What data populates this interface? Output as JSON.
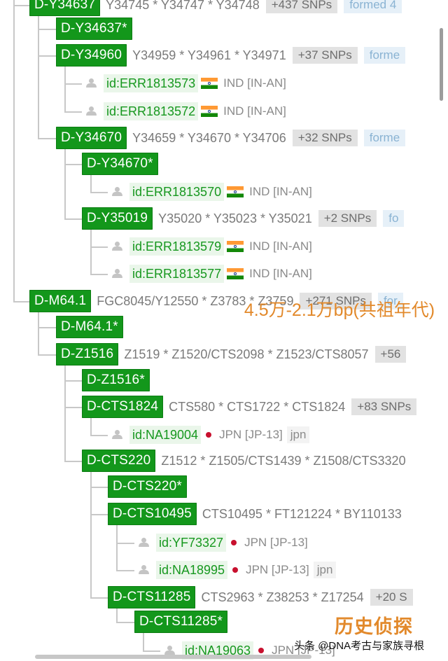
{
  "tree": {
    "rows": [
      {
        "kind": "node",
        "indent": 1,
        "label": "D-Y34637",
        "snps": "Y34745 * Y34747 * Y34748",
        "count": "+437 SNPs",
        "formed": "formed 4"
      },
      {
        "kind": "node",
        "indent": 2,
        "label": "D-Y34637*",
        "snps": "",
        "count": "",
        "formed": ""
      },
      {
        "kind": "node",
        "indent": 2,
        "label": "D-Y34960",
        "snps": "Y34959 * Y34961 * Y34971",
        "count": "+37 SNPs",
        "formed": "forme"
      },
      {
        "kind": "sample",
        "indent": 3,
        "id": "id:ERR1813573",
        "flag": "in",
        "country": "IND [IN-AN]",
        "lang": ""
      },
      {
        "kind": "sample",
        "indent": 3,
        "id": "id:ERR1813572",
        "flag": "in",
        "country": "IND [IN-AN]",
        "lang": ""
      },
      {
        "kind": "node",
        "indent": 2,
        "label": "D-Y34670",
        "snps": "Y34659 * Y34670 * Y34706",
        "count": "+32 SNPs",
        "formed": "forme"
      },
      {
        "kind": "node",
        "indent": 3,
        "label": "D-Y34670*",
        "snps": "",
        "count": "",
        "formed": ""
      },
      {
        "kind": "sample",
        "indent": 4,
        "id": "id:ERR1813570",
        "flag": "in",
        "country": "IND [IN-AN]",
        "lang": ""
      },
      {
        "kind": "node",
        "indent": 3,
        "label": "D-Y35019",
        "snps": "Y35020 * Y35023 * Y35021",
        "count": "+2 SNPs",
        "formed": "fo"
      },
      {
        "kind": "sample",
        "indent": 4,
        "id": "id:ERR1813579",
        "flag": "in",
        "country": "IND [IN-AN]",
        "lang": ""
      },
      {
        "kind": "sample",
        "indent": 4,
        "id": "id:ERR1813577",
        "flag": "in",
        "country": "IND [IN-AN]",
        "lang": ""
      },
      {
        "kind": "node",
        "indent": 1,
        "label": "D-M64.1",
        "snps": "FGC8045/Y12550 * Z3783 * Z3759",
        "count": "+271 SNPs",
        "formed": "for"
      },
      {
        "kind": "node",
        "indent": 2,
        "label": "D-M64.1*",
        "snps": "",
        "count": "",
        "formed": ""
      },
      {
        "kind": "node",
        "indent": 2,
        "label": "D-Z1516",
        "snps": "Z1519 * Z1520/CTS2098 * Z1523/CTS8057",
        "count": "+56",
        "formed": ""
      },
      {
        "kind": "node",
        "indent": 3,
        "label": "D-Z1516*",
        "snps": "",
        "count": "",
        "formed": ""
      },
      {
        "kind": "node",
        "indent": 3,
        "label": "D-CTS1824",
        "snps": "CTS580 * CTS1722 * CTS1824",
        "count": "+83 SNPs",
        "formed": ""
      },
      {
        "kind": "sample",
        "indent": 4,
        "id": "id:NA19004",
        "flag": "jp",
        "country": "JPN [JP-13]",
        "lang": "jpn"
      },
      {
        "kind": "node",
        "indent": 3,
        "label": "D-CTS220",
        "snps": "Z1512 * Z1505/CTS1439 * Z1508/CTS3320",
        "count": "",
        "formed": ""
      },
      {
        "kind": "node",
        "indent": 4,
        "label": "D-CTS220*",
        "snps": "",
        "count": "",
        "formed": ""
      },
      {
        "kind": "node",
        "indent": 4,
        "label": "D-CTS10495",
        "snps": "CTS10495 * FT121224 * BY110133",
        "count": "",
        "formed": ""
      },
      {
        "kind": "sample",
        "indent": 5,
        "id": "id:YF73327",
        "flag": "jp",
        "country": "JPN [JP-13]",
        "lang": ""
      },
      {
        "kind": "sample",
        "indent": 5,
        "id": "id:NA18995",
        "flag": "jp",
        "country": "JPN [JP-13]",
        "lang": "jpn"
      },
      {
        "kind": "node",
        "indent": 4,
        "label": "D-CTS11285",
        "snps": "CTS2963 * Z38253 * Z17254",
        "count": "+20 S",
        "formed": ""
      },
      {
        "kind": "node",
        "indent": 5,
        "label": "D-CTS11285*",
        "snps": "",
        "count": "",
        "formed": ""
      },
      {
        "kind": "sample",
        "indent": 6,
        "id": "id:NA19063",
        "flag": "jp",
        "country": "JPN [JP-13]",
        "lang": ""
      }
    ]
  },
  "overlay": {
    "age_note": "4.5万-2.1万bp(共祖年代)",
    "brand": "历史侦探",
    "watermark": "头条 @DNA考古与家族寻根"
  },
  "icons": {
    "sample": "person-icon",
    "flag_in": "india-flag-icon",
    "flag_jp": "japan-flag-icon"
  },
  "colors": {
    "node_green": "#13971b",
    "sample_bg": "#eaf6ea",
    "sample_text": "#17981f",
    "snp_gray": "#7a7a7a",
    "count_bg": "#e2e2e2",
    "formed_bg": "#e6f0f8",
    "overlay_orange": "#e2892b"
  }
}
